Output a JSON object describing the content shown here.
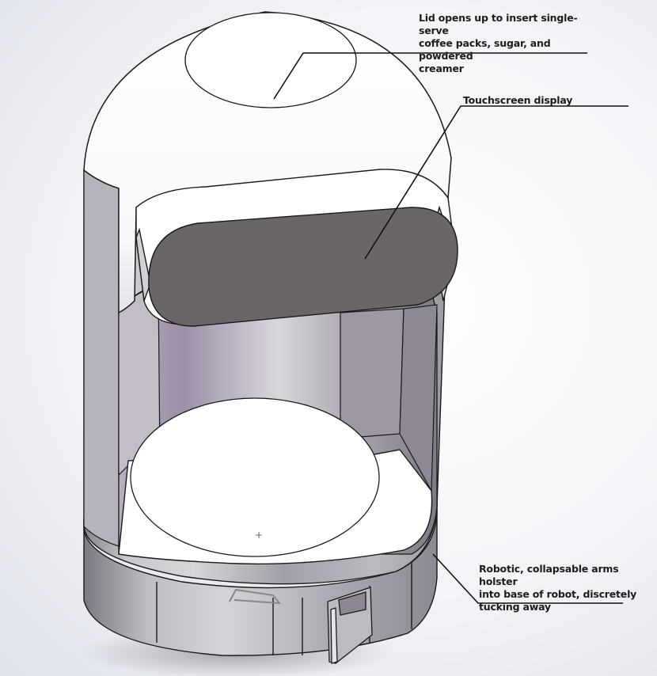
{
  "annotations": {
    "lid": "Lid opens up to insert single-serve\ncoffee packs, sugar, and powdered\ncreamer",
    "touchscreen": "Touchscreen display",
    "arms": "Robotic, collapsable arms holster\ninto base of robot, discretely\ntucking away"
  },
  "colors": {
    "display": "#6b6568",
    "body_shade": "#8f8994",
    "outline": "#1a1a1a",
    "dome": "#ffffff"
  }
}
